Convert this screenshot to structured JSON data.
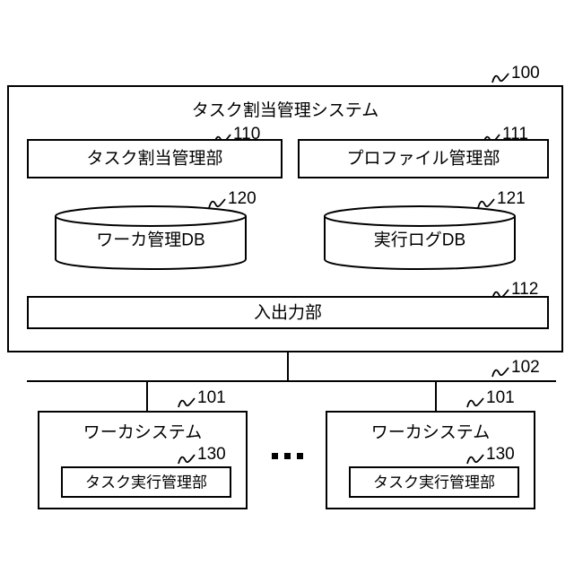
{
  "figure": {
    "system": {
      "ref": "100",
      "title": "タスク割当管理システム",
      "modules": [
        {
          "ref": "110",
          "label": "タスク割当管理部"
        },
        {
          "ref": "111",
          "label": "プロファイル管理部"
        }
      ],
      "databases": [
        {
          "ref": "120",
          "label": "ワーカ管理DB"
        },
        {
          "ref": "121",
          "label": "実行ログDB"
        }
      ],
      "io": {
        "ref": "112",
        "label": "入出力部"
      }
    },
    "network": {
      "ref": "102"
    },
    "ellipsis": "...",
    "workers": [
      {
        "ref": "101",
        "label": "ワーカシステム",
        "module": {
          "ref": "130",
          "label": "タスク実行管理部"
        }
      },
      {
        "ref": "101",
        "label": "ワーカシステム",
        "module": {
          "ref": "130",
          "label": "タスク実行管理部"
        }
      }
    ]
  }
}
